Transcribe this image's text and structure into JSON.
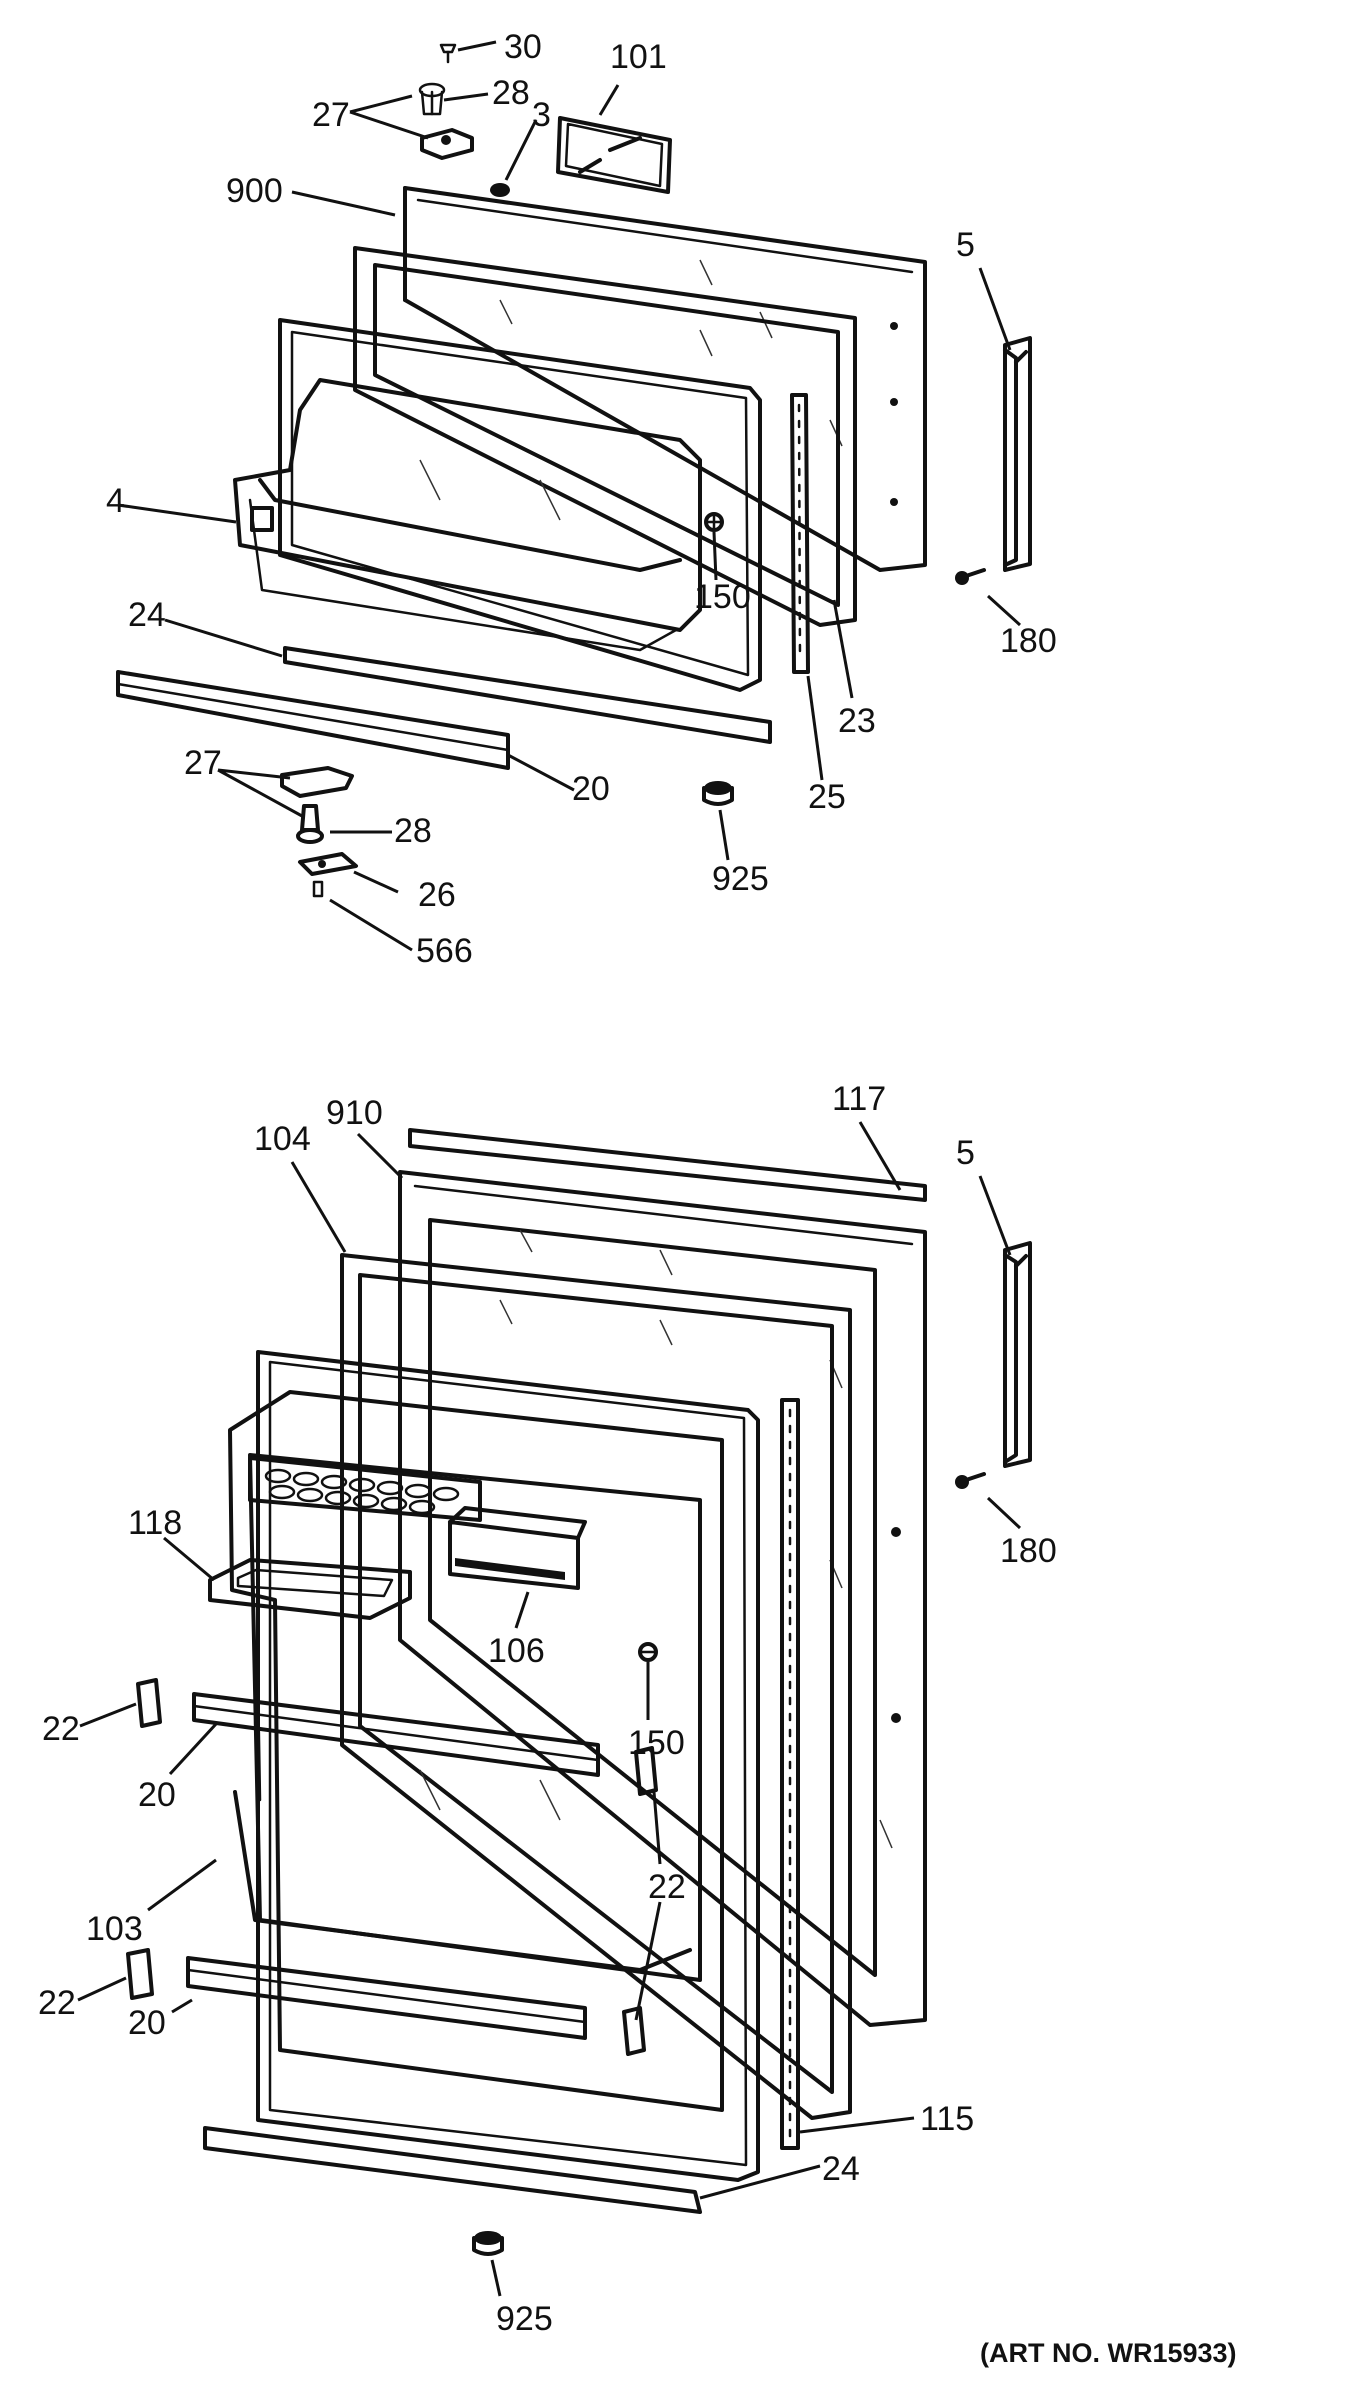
{
  "art_number": "(ART NO. WR15933)",
  "freezer_door_labels": {
    "p30": "30",
    "p28_top": "28",
    "p27_top": "27",
    "p3": "3",
    "p101": "101",
    "p900": "900",
    "p5": "5",
    "p4": "4",
    "p150": "150",
    "p180": "180",
    "p24": "24",
    "p23": "23",
    "p20": "20",
    "p27_bottom": "27",
    "p28_bottom": "28",
    "p26": "26",
    "p566": "566",
    "p925": "925",
    "p25": "25"
  },
  "fresh_food_door_labels": {
    "p117": "117",
    "p910": "910",
    "p104": "104",
    "p5": "5",
    "p180": "180",
    "p118": "118",
    "p106": "106",
    "p150": "150",
    "p22_upper_left": "22",
    "p20_upper": "20",
    "p22_right": "22",
    "p103": "103",
    "p22_lower_left": "22",
    "p20_lower": "20",
    "p115": "115",
    "p24": "24",
    "p925": "925"
  }
}
